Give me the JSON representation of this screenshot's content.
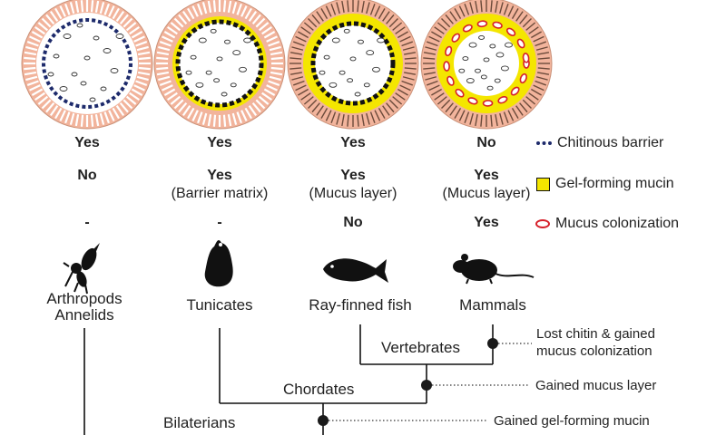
{
  "colors": {
    "chitin": "#1d2a6b",
    "mucin": "#f4e600",
    "colonization": "#d6202a",
    "epithelium": "#f2b49c",
    "villi": "#6b4a3a",
    "node": "#1a1a1a"
  },
  "rows": {
    "chitinous_barrier": [
      "Yes",
      "Yes",
      "Yes",
      "No"
    ],
    "gel_forming_mucin": [
      {
        "value": "No",
        "note": ""
      },
      {
        "value": "Yes",
        "note": "(Barrier matrix)"
      },
      {
        "value": "Yes",
        "note": "(Mucus layer)"
      },
      {
        "value": "Yes",
        "note": "(Mucus layer)"
      }
    ],
    "mucus_colonization": [
      "-",
      "-",
      "No",
      "Yes"
    ]
  },
  "legend": [
    {
      "key": "chitin",
      "label": "Chitinous barrier"
    },
    {
      "key": "mucin",
      "label": "Gel-forming mucin"
    },
    {
      "key": "colonization",
      "label": "Mucus colonization"
    }
  ],
  "taxa": [
    {
      "name": "Arthropods",
      "name2": "Annelids",
      "icon": "fly-icon"
    },
    {
      "name": "Tunicates",
      "name2": "",
      "icon": "tunicate-icon"
    },
    {
      "name": "Ray-finned fish",
      "name2": "",
      "icon": "fish-icon"
    },
    {
      "name": "Mammals",
      "name2": "",
      "icon": "mouse-icon"
    }
  ],
  "clades": {
    "vertebrates": "Vertebrates",
    "chordates": "Chordates",
    "bilaterians": "Bilaterians"
  },
  "annotations": {
    "vertebrates_line1": "Lost chitin & gained",
    "vertebrates_line2": "mucus colonization",
    "chordates": "Gained mucus layer",
    "bilaterians": "Gained gel-forming mucin"
  }
}
